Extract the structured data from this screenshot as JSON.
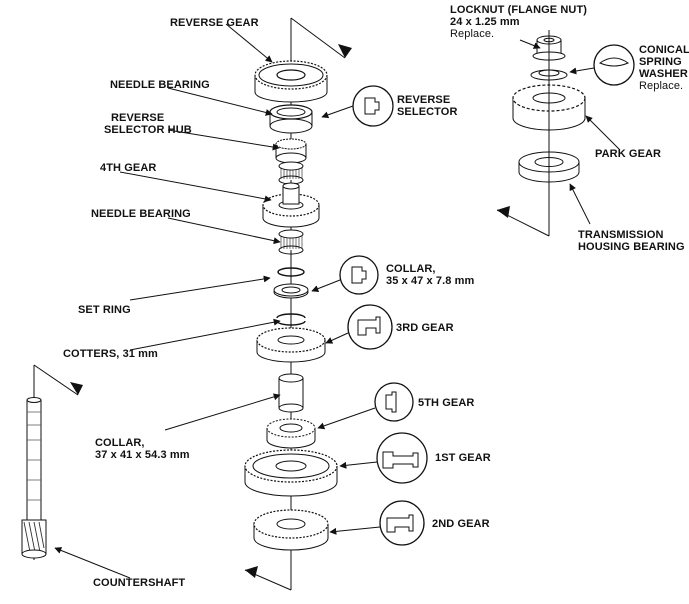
{
  "colors": {
    "ink": "#111111",
    "paper": "#ffffff",
    "hatch": "#555555"
  },
  "labels": {
    "reverse_gear": "REVERSE GEAR",
    "needle_bearing_top": "NEEDLE BEARING",
    "reverse_selector_hub_line1": "REVERSE",
    "reverse_selector_hub_line2": "SELECTOR HUB",
    "fourth_gear": "4TH GEAR",
    "needle_bearing_mid": "NEEDLE BEARING",
    "set_ring": "SET RING",
    "cotters": "COTTERS, 31 mm",
    "collar_long_line1": "COLLAR,",
    "collar_long_line2": "37 x 41 x 54.3 mm",
    "countershaft": "COUNTERSHAFT",
    "reverse_selector_line1": "REVERSE",
    "reverse_selector_line2": "SELECTOR",
    "collar_short_line1": "COLLAR,",
    "collar_short_line2": "35 x 47 x 7.8 mm",
    "third_gear": "3RD GEAR",
    "fifth_gear": "5TH GEAR",
    "first_gear": "1ST GEAR",
    "second_gear": "2ND GEAR",
    "locknut_line1": "LOCKNUT (FLANGE NUT)",
    "locknut_line2": "24 x 1.25 mm",
    "locknut_note": "Replace.",
    "conical_line1": "CONICAL",
    "conical_line2": "SPRING",
    "conical_line3": "WASHER",
    "conical_note": "Replace.",
    "park_gear": "PARK GEAR",
    "transmission_bearing_line1": "TRANSMISSION",
    "transmission_bearing_line2": "HOUSING BEARING"
  }
}
